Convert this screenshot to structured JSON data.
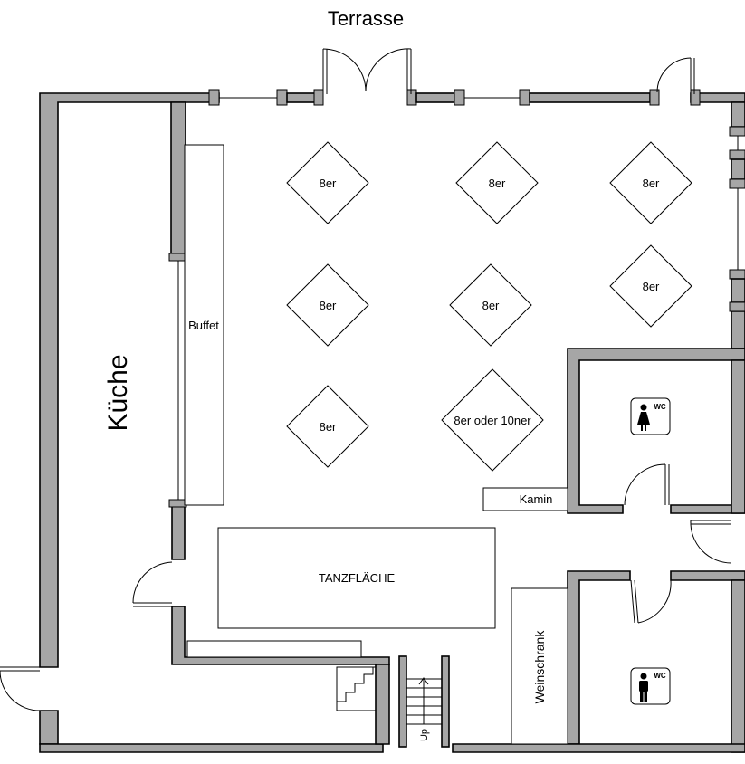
{
  "labels": {
    "terrace": "Terrasse",
    "kitchen": "Küche",
    "buffet": "Buffet",
    "dance_floor": "TANZFLÄCHE",
    "fireplace": "Kamin",
    "wine_cabinet": "Weinschrank",
    "stairs_up": "Up"
  },
  "tables": [
    {
      "label": "8er"
    },
    {
      "label": "8er"
    },
    {
      "label": "8er"
    },
    {
      "label": "8er"
    },
    {
      "label": "8er"
    },
    {
      "label": "8er"
    },
    {
      "label": "8er"
    },
    {
      "label": "8er oder 10ner"
    }
  ],
  "restrooms": [
    {
      "sign": "WC",
      "icon": "woman-icon"
    },
    {
      "sign": "WC",
      "icon": "man-icon"
    }
  ],
  "colors": {
    "wall": "#a6a6a6",
    "line": "#000000",
    "background": "#ffffff"
  }
}
